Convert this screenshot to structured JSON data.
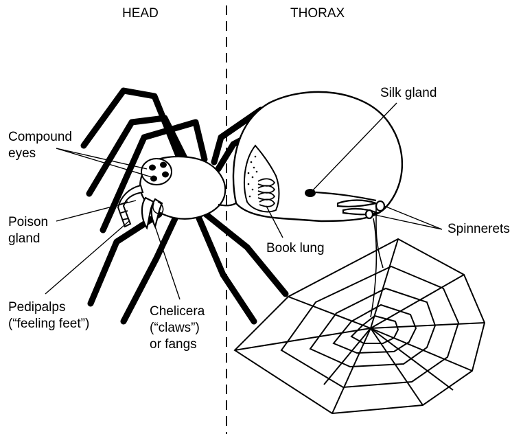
{
  "sections": {
    "left": "HEAD",
    "right": "THORAX"
  },
  "labels": {
    "compound_eyes": "Compound\neyes",
    "poison_gland": "Poison\ngland",
    "pedipalps": "Pedipalps\n(“feeling feet”)",
    "chelicera": "Chelicera\n(“claws”)\nor fangs",
    "silk_gland": "Silk gland",
    "book_lung": "Book lung",
    "spinnerets": "Spinnerets"
  },
  "colors": {
    "ink": "#000000",
    "background": "#ffffff"
  }
}
